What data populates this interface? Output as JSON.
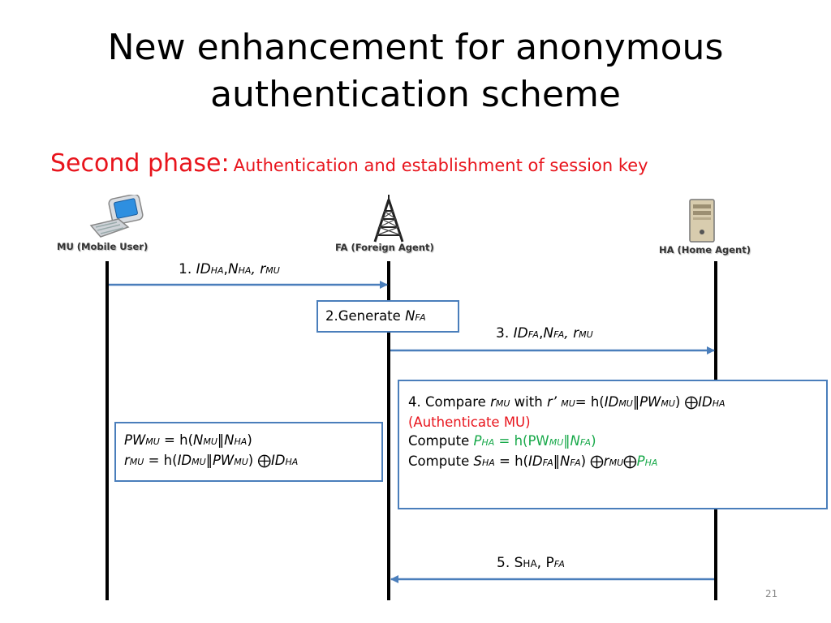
{
  "slide": {
    "title_line1": "New enhancement for anonymous",
    "title_line2": "authentication scheme",
    "subtitle_main": "Second phase:",
    "subtitle_detail": "Authentication and establishment of session key",
    "page_number": "21"
  },
  "actors": {
    "mu": "MU (Mobile User)",
    "fa": "FA (Foreign Agent)",
    "ha": "HA (Home Agent)"
  },
  "messages": {
    "m1": {
      "num": "1. ",
      "id": "ID",
      "ha1": "HA",
      "comma1": ",",
      "n": "N",
      "ha2": "HA",
      "comma2": ", ",
      "r": "r",
      "mu": "MU"
    },
    "m3": {
      "num": "3. ",
      "id": "ID",
      "fa1": "FA",
      "comma1": ",",
      "n": "N",
      "fa2": "FA",
      "comma2": ", ",
      "r": "r",
      "mu": "MU"
    },
    "m5": {
      "num": "5. S",
      "ha": "HA",
      "sep": ", P",
      "fa": "FA"
    }
  },
  "boxes": {
    "generate": {
      "text": "2.Generate ",
      "n": "N",
      "fa": "FA"
    },
    "mu_compute": {
      "l1": {
        "pw": "PW",
        "mu1": "MU",
        "eq": " = h(",
        "n1": "N",
        "mu2": "MU",
        "cc": "‖",
        "n2": "N",
        "ha": "HA",
        "close": ")"
      },
      "l2": {
        "r": "r",
        "mu1": "MU",
        "eq": " = h(",
        "id": "ID",
        "mu2": "MU",
        "cc": "‖",
        "pw": "PW",
        "mu3": "MU",
        "close": ") ",
        "xor": "⨁",
        "id2": "ID",
        "ha": "HA"
      }
    },
    "ha_compute": {
      "l1": {
        "a": "4. Compare ",
        "r": "r",
        "mu1": "MU",
        "b": " with ",
        "rp": "r’ ",
        "mu2": "MU",
        "c": "= h(",
        "id": "ID",
        "mu3": "MU",
        "cc": "‖",
        "pw": "PW",
        "mu4": "MU",
        "d": ") ",
        "xor": "⨁",
        "id2": "ID",
        "ha": "HA"
      },
      "l2": "(Authenticate MU)",
      "l3": {
        "a": "Compute ",
        "p": "P",
        "ha1": "HA",
        "b": " = h(PW",
        "mu": "MU",
        "cc": "‖",
        "n": "N",
        "fa": "FA",
        "c": ")"
      },
      "l4": {
        "a": "Compute ",
        "s": "S",
        "ha1": "HA",
        "b": " = h(",
        "id": "ID",
        "fa1": "FA",
        "cc": "‖",
        "n": "N",
        "fa2": "FA",
        "c": ") ",
        "xor1": "⨁",
        "r": "r",
        "mu": "MU",
        "xor2": "⨁",
        "p": "P",
        "ha2": "HA"
      }
    }
  },
  "colors": {
    "accent_red": "#e8141c",
    "accent_green": "#18a94a",
    "arrow_blue": "#4a7ebb",
    "box_border": "#4a7ebb"
  },
  "icons": {
    "mu": "mobile-phone-icon",
    "fa": "radio-tower-icon",
    "ha": "server-icon"
  }
}
